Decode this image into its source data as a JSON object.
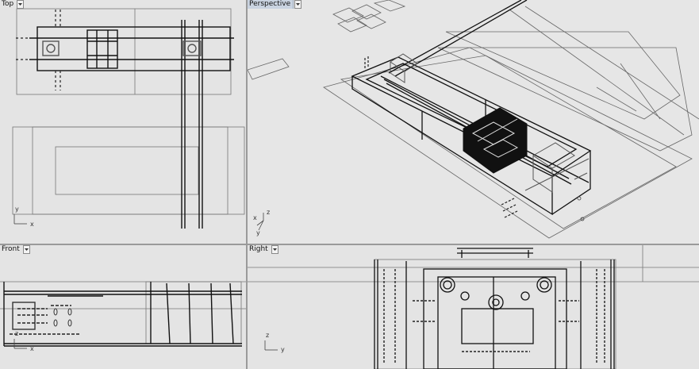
{
  "viewports": {
    "top": {
      "name": "Top",
      "axes": {
        "a": "y",
        "b": "x"
      }
    },
    "perspective": {
      "name": "Perspective",
      "axes": {
        "a": "z",
        "b": "x",
        "c": "y"
      }
    },
    "front": {
      "name": "Front",
      "axes": {
        "a": "z",
        "b": "x"
      }
    },
    "right": {
      "name": "Right",
      "axes": {
        "a": "z",
        "b": "y"
      }
    }
  },
  "active_viewport": "Perspective",
  "icons": {
    "viewport_menu": "chevron-down-icon",
    "cplane_axes": "axis-gizmo-icon"
  },
  "colors": {
    "viewport_bg": "#e4e4e4",
    "active_tab": "#c9d3e0",
    "geometry": "#111111",
    "grid": "#8c8c8c"
  }
}
